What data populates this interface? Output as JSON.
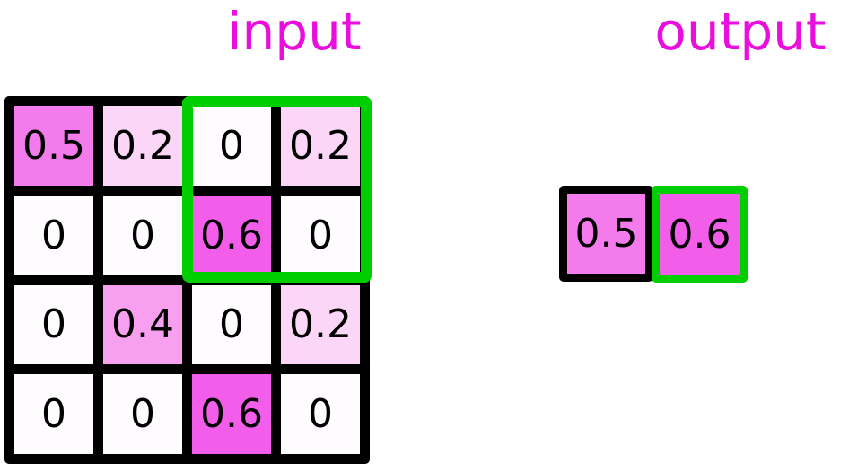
{
  "input": {
    "title": "input",
    "rows": [
      [
        {
          "v": "0.5",
          "c": "#F47BEC"
        },
        {
          "v": "0.2",
          "c": "#FBD6F7"
        },
        {
          "v": "0",
          "c": "#FEFCFE"
        },
        {
          "v": "0.2",
          "c": "#FBD6F7"
        }
      ],
      [
        {
          "v": "0",
          "c": "#FEFCFE"
        },
        {
          "v": "0",
          "c": "#FEFCFE"
        },
        {
          "v": "0.6",
          "c": "#F25EEA"
        },
        {
          "v": "0",
          "c": "#FEFCFE"
        }
      ],
      [
        {
          "v": "0",
          "c": "#FEFCFE"
        },
        {
          "v": "0.4",
          "c": "#F8A0F0"
        },
        {
          "v": "0",
          "c": "#FEFCFE"
        },
        {
          "v": "0.2",
          "c": "#FBD6F7"
        }
      ],
      [
        {
          "v": "0",
          "c": "#FEFCFE"
        },
        {
          "v": "0",
          "c": "#FEFCFE"
        },
        {
          "v": "0.6",
          "c": "#F25EEA"
        },
        {
          "v": "0",
          "c": "#FEFCFE"
        }
      ]
    ],
    "highlight": {
      "rows": "1-2",
      "cols": "3-4",
      "color": "#00CE00"
    }
  },
  "output": {
    "title": "output",
    "cells": [
      {
        "v": "0.5",
        "c": "#F47BEC",
        "border": "black"
      },
      {
        "v": "0.6",
        "c": "#F25EEA",
        "border": "green"
      }
    ]
  },
  "colors": {
    "title_magenta": "#E90EDD",
    "highlight_green": "#00CE00",
    "grid_line_black": "#000000"
  }
}
